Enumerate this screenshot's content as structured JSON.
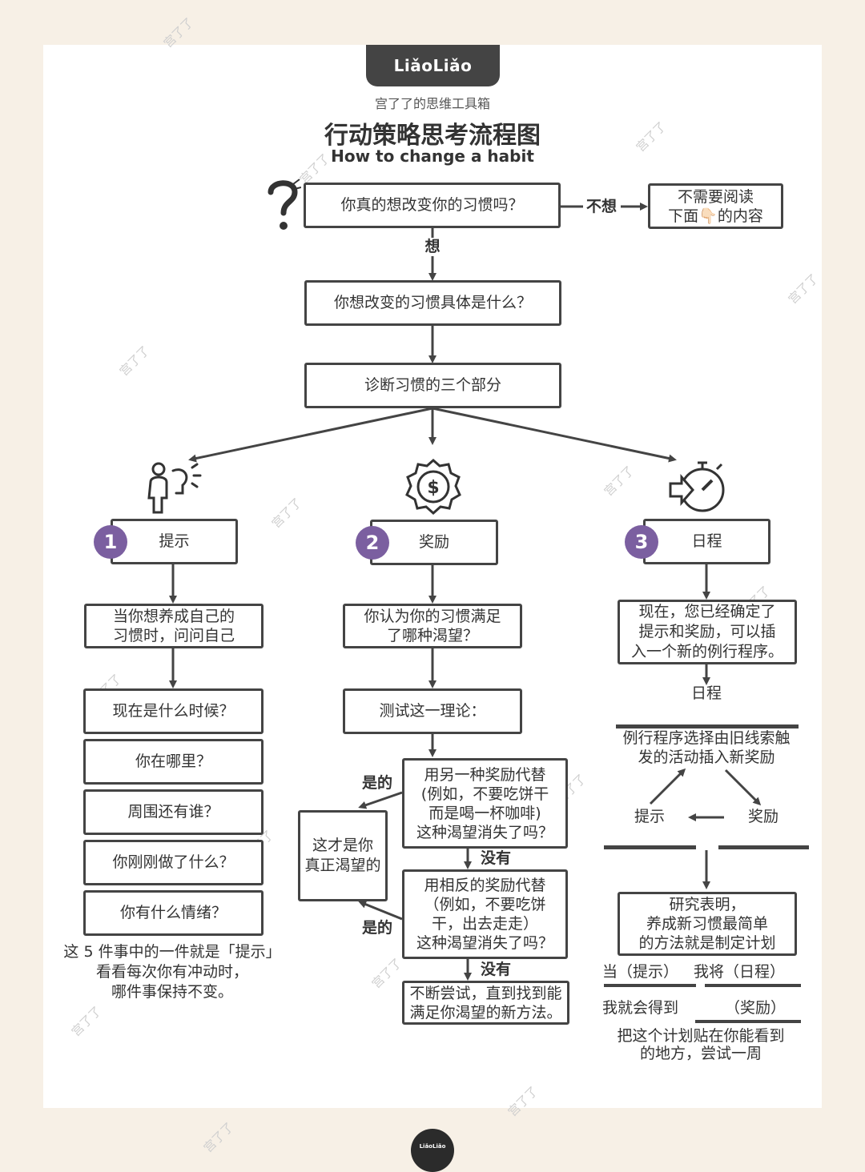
{
  "brand": {
    "logo": "LiǎoLiǎo",
    "subtitle": "宫了了的思维工具箱"
  },
  "title": {
    "main": "行动策略思考流程图",
    "sub": "How to change a habit"
  },
  "watermark": "宫了了",
  "flow": {
    "q1": "你真的想改变你的习惯吗？",
    "no_label": "不想",
    "no_result_line1": "不需要阅读",
    "no_result_line2": "下面👇🏻的内容",
    "yes_label": "想",
    "q2": "你想改变的习惯具体是什么？",
    "diagnose": "诊断习惯的三个部分"
  },
  "columns": {
    "cue": {
      "number": "1",
      "title": "提示",
      "ask_line1": "当你想养成自己的",
      "ask_line2": "习惯时，问问自己",
      "questions": [
        "现在是什么时候？",
        "你在哪里？",
        "周围还有谁？",
        "你刚刚做了什么？",
        "你有什么情绪？"
      ],
      "note_line1": "这 5 件事中的一件就是「提示」",
      "note_line2": "看看每次你有冲动时，",
      "note_line3": "哪件事保持不变。"
    },
    "reward": {
      "number": "2",
      "title": "奖励",
      "q_line1": "你认为你的习惯满足",
      "q_line2": "了哪种渴望？",
      "test": "测试这一理论：",
      "alt1_line1": "用另一种奖励代替",
      "alt1_line2": "(例如，不要吃饼干",
      "alt1_line3": "而是喝一杯咖啡)",
      "alt1_line4": "这种渴望消失了吗？",
      "alt2_line1": "用相反的奖励代替",
      "alt2_line2": "（例如，不要吃饼",
      "alt2_line3": "干，出去走走）",
      "alt2_line4": "这种渴望消失了吗？",
      "yes_label": "是的",
      "no_label": "没有",
      "true_line1": "这才是你",
      "true_line2": "真正渴望的",
      "keep_line1": "不断尝试，直到找到能",
      "keep_line2": "满足你渴望的新方法。"
    },
    "routine": {
      "number": "3",
      "title": "日程",
      "now_line1": "现在，您已经确定了",
      "now_line2": "提示和奖励，可以插",
      "now_line3": "入一个新的例行程序。",
      "label": "日程",
      "choose_line1": "例行程序选择由旧线索触",
      "choose_line2": "发的活动插入新奖励",
      "loop_cue": "提示",
      "loop_reward": "奖励",
      "research_line1": "研究表明，",
      "research_line2": "养成新习惯最简单",
      "research_line3": "的方法就是制定计划",
      "plan_when": "当（提示）",
      "plan_will": "我将（日程）",
      "plan_get": "我就会得到",
      "plan_reward": "（奖励）",
      "post_line1": "把这个计划贴在你能看到",
      "post_line2": "的地方，尝试一周"
    }
  },
  "colors": {
    "accent": "#7b5fa0",
    "ink": "#444444",
    "background": "#f7f0e6"
  },
  "icons": [
    "question-icon",
    "thinking-person-icon",
    "dollar-badge-icon",
    "stopwatch-icon"
  ]
}
